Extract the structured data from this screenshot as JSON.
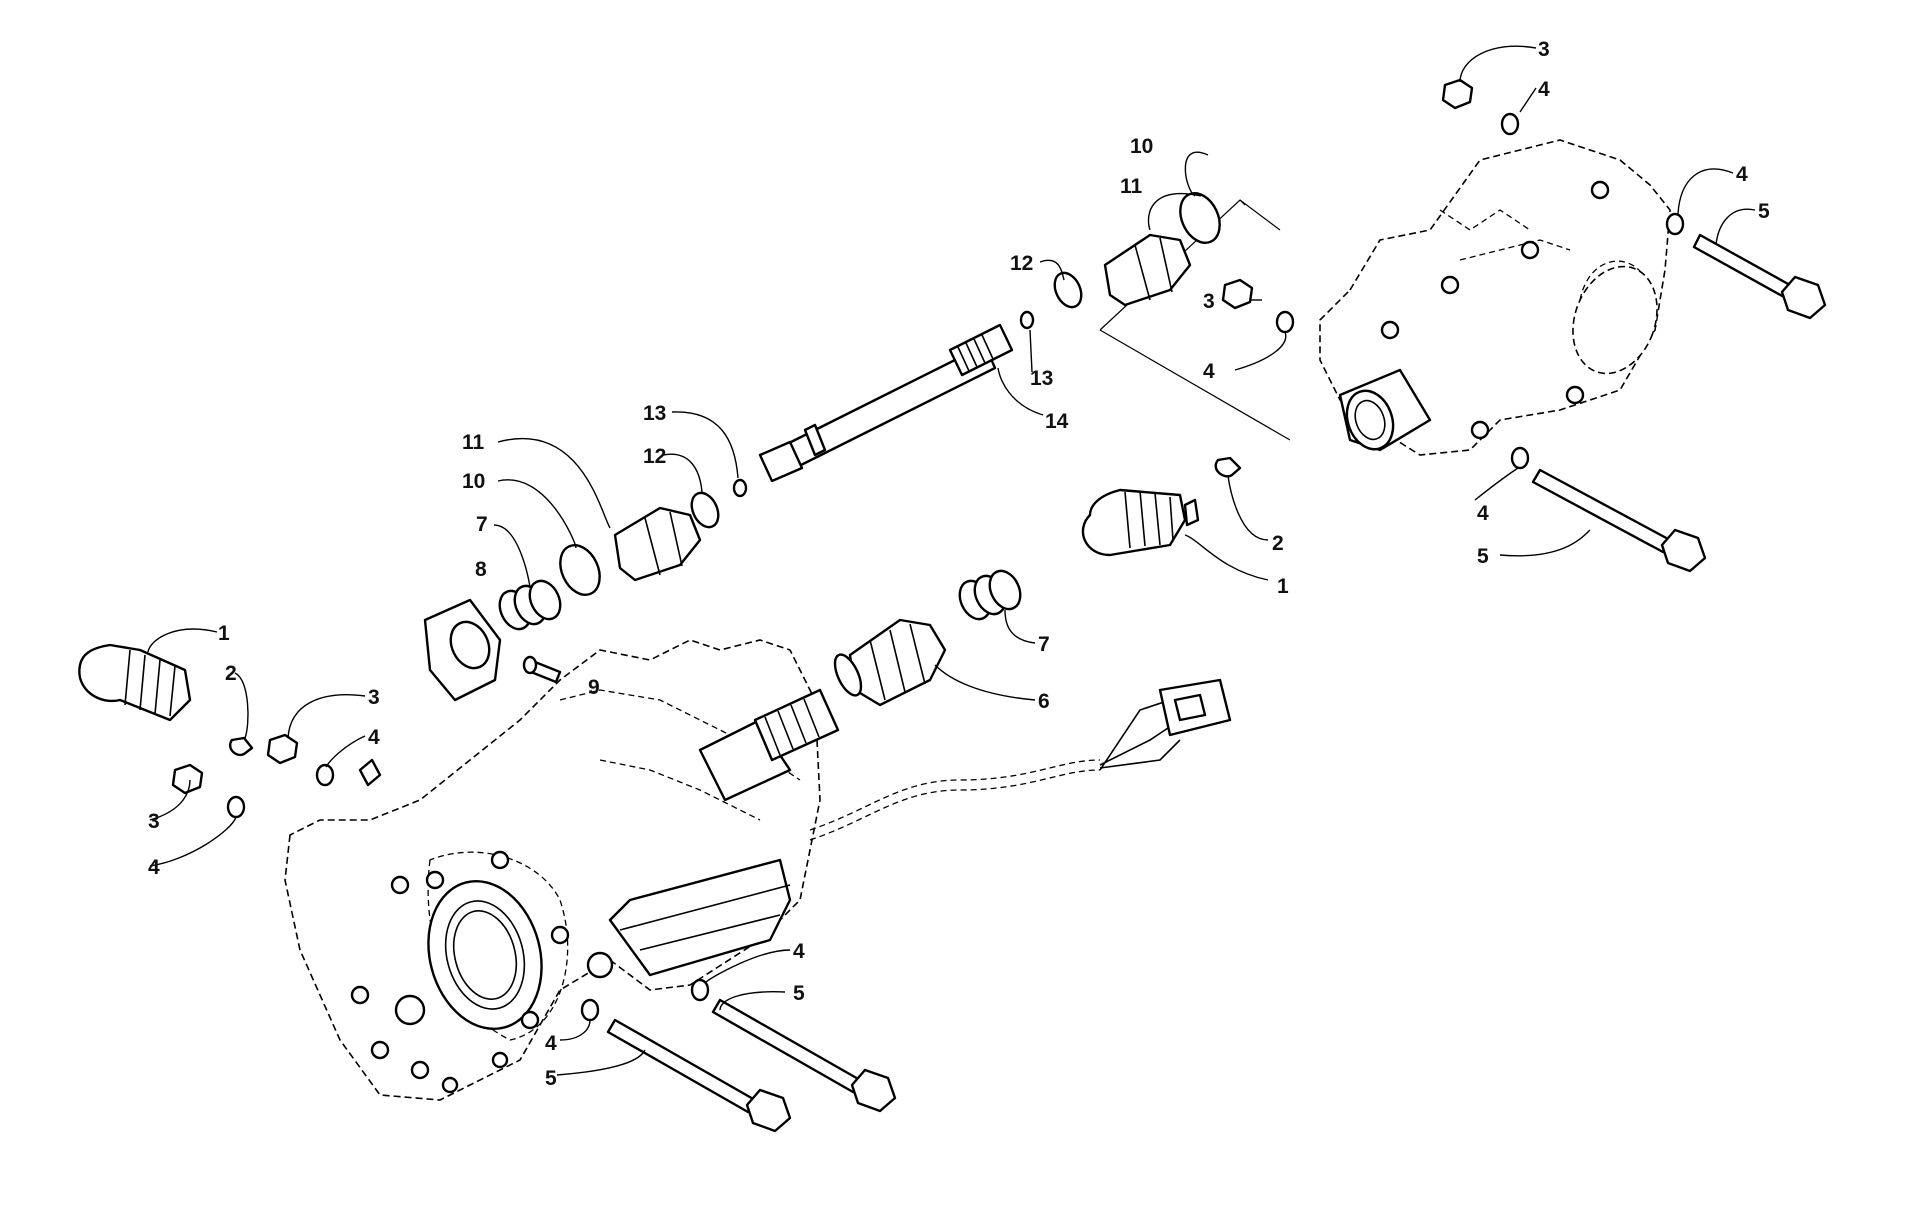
{
  "diagram": {
    "type": "exploded parts diagram",
    "callouts": [
      "1",
      "2",
      "3",
      "4",
      "5",
      "6",
      "7",
      "8",
      "9",
      "10",
      "11",
      "12",
      "13",
      "14"
    ],
    "line_color": "#000000",
    "background": "#ffffff"
  }
}
